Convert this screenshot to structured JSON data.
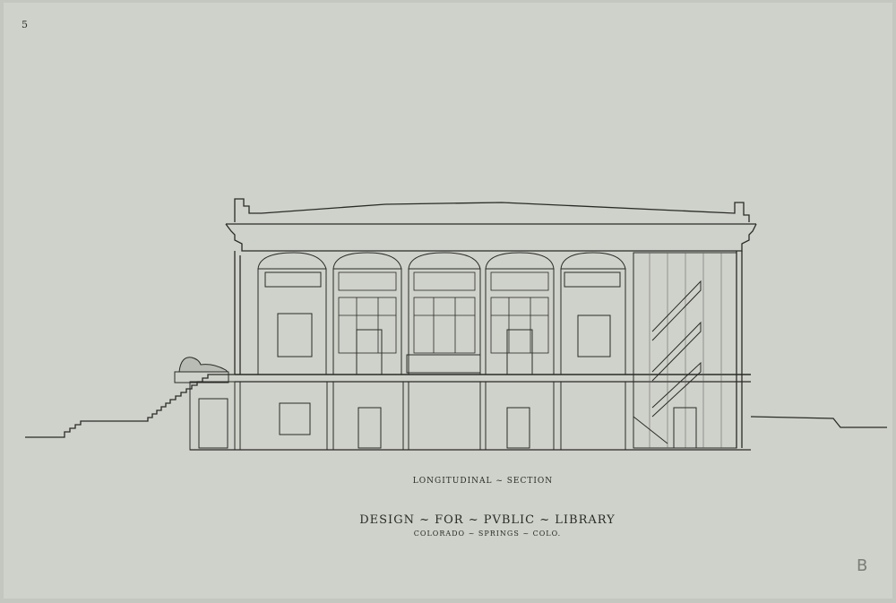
{
  "sheet": {
    "number": "5",
    "letter": "B"
  },
  "drawing_labels": {
    "section": "LONGITUDINAL ~ SECTION",
    "title": "DESIGN ~ FOR ~ PVBLIC ~ LIBRARY",
    "location": "COLORADO ~ SPRINGS ~ COLO."
  },
  "colors": {
    "paper": "#cfd2ca",
    "ink": "#2a2a28"
  }
}
